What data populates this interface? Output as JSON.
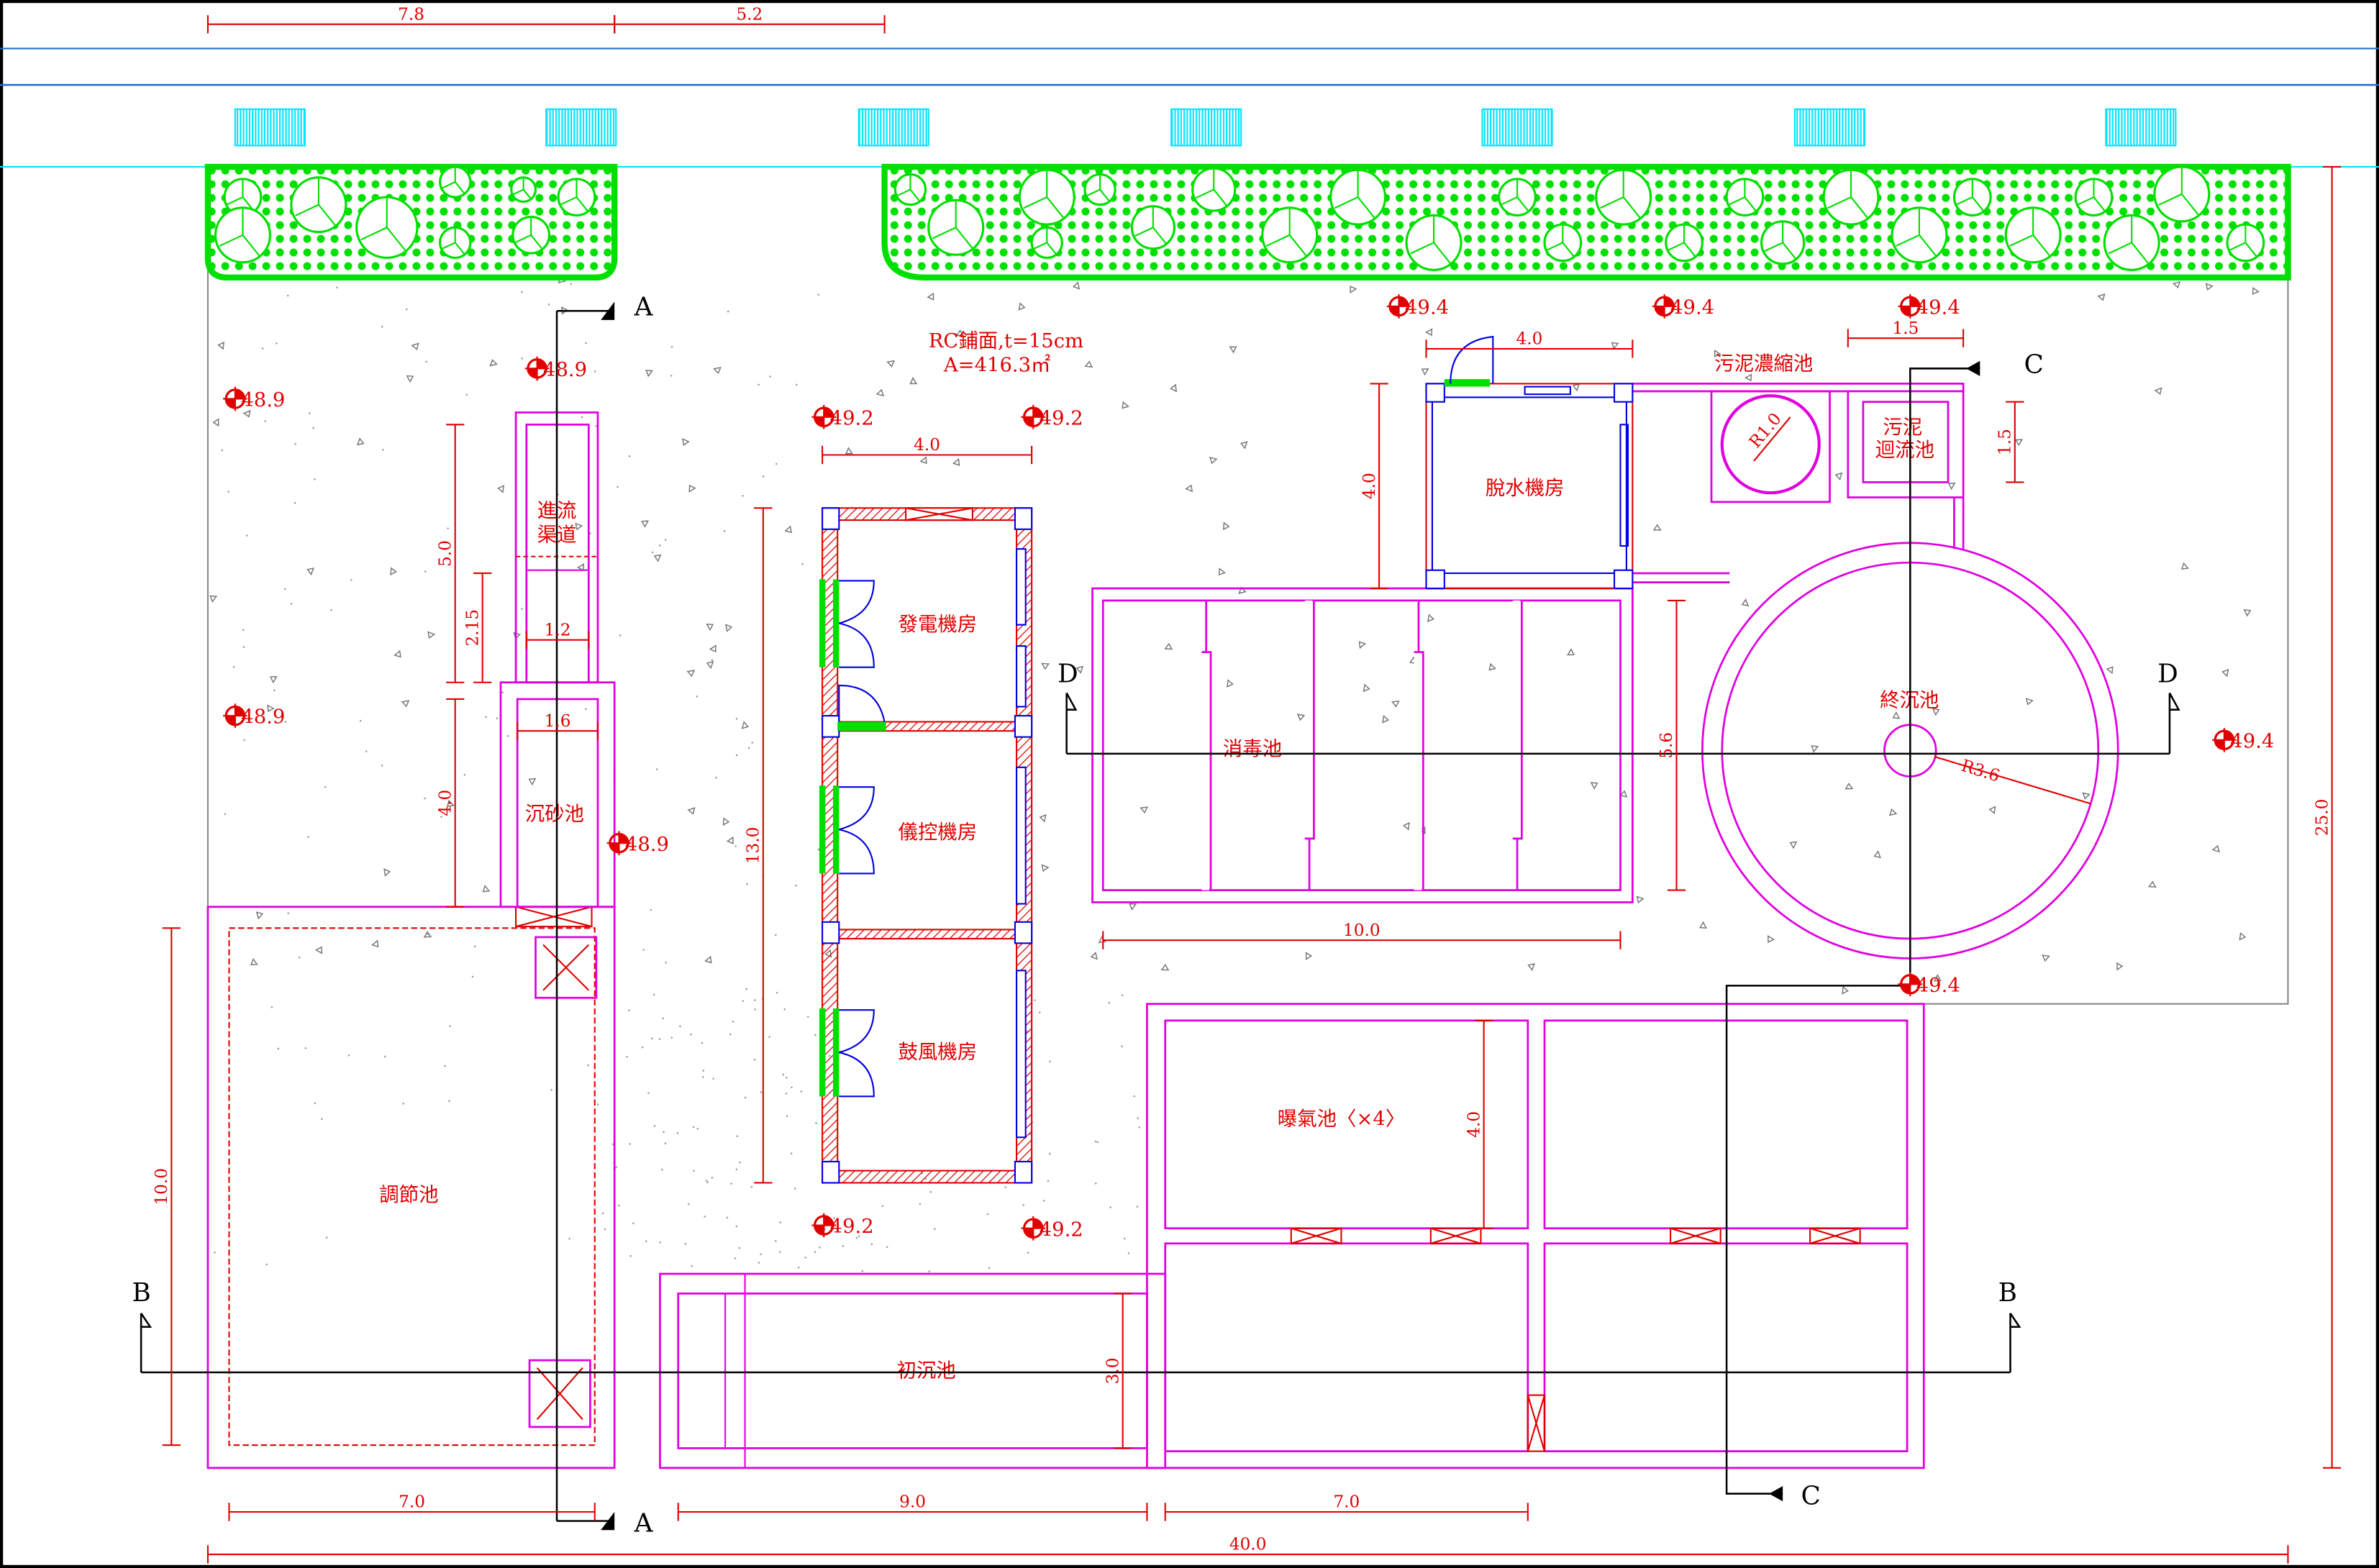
{
  "colors": {
    "structure": "#e000e0",
    "dimension": "#e00000",
    "hedge": "#00e000",
    "grate": "#00e5ff",
    "door": "#0000e0",
    "section": "#000000",
    "site": "#808080"
  },
  "paving": {
    "line1": "RC鋪面,t=15cm",
    "line2": "A=416.3㎡"
  },
  "units": {
    "equalization": "調節池",
    "grit": "沉砂池",
    "inflow1": "進流",
    "inflow2": "渠道",
    "primary": "初沉池",
    "aeration": "曝氣池〈×4〉",
    "disinfection": "消毒池",
    "final": "終沉池",
    "thickener": "污泥濃縮池",
    "return1": "污泥",
    "return2": "迴流池",
    "dewatering": "脫水機房",
    "generator": "發電機房",
    "control": "儀控機房",
    "blower": "鼓風機房"
  },
  "radii": {
    "final": "R3.6",
    "thickener": "R1.0"
  },
  "dims": {
    "top_a": "7.8",
    "top_b": "5.2",
    "overall_w": "40.0",
    "overall_h": "25.0",
    "eq_w": "7.0",
    "primary_w": "9.0",
    "aer_w": "7.0",
    "eq_h": "10.0",
    "inflow_l": "5.0",
    "inflow_part": "2.15",
    "grit_l": "4.0",
    "inflow_w": "1.2",
    "grit_w": "1.6",
    "bldg_w": "4.0",
    "bldg_l": "13.0",
    "dew_w": "4.0",
    "dew_h": "4.0",
    "ret_w": "1.5",
    "ret_h": "1.5",
    "dis_h": "5.6",
    "dis_w": "10.0",
    "aer_h": "4.0",
    "primary_h": "3.0"
  },
  "elevations": [
    "48.9",
    "48.9",
    "48.9",
    "48.9",
    "49.2",
    "49.2",
    "49.2",
    "49.2",
    "49.4",
    "49.4",
    "49.4",
    "49.4",
    "49.4"
  ],
  "sections": {
    "a": "A",
    "b": "B",
    "c": "C",
    "d": "D"
  }
}
